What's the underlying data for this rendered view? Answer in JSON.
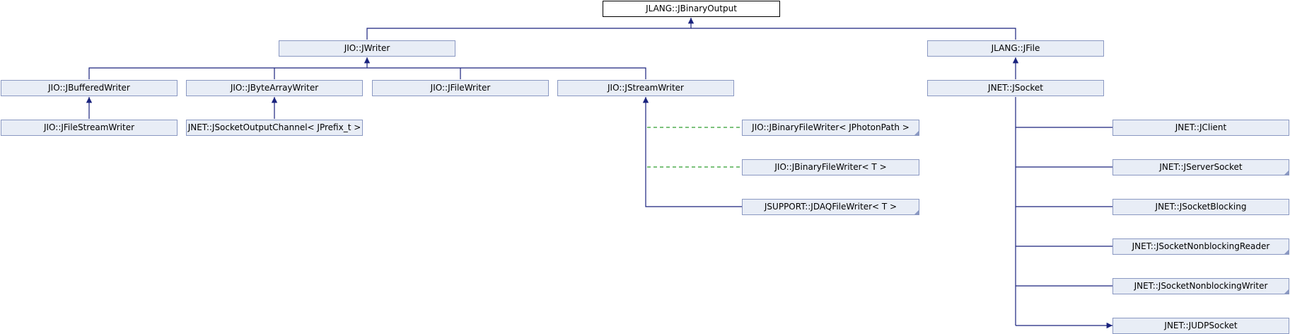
{
  "nodes": {
    "jbinaryoutput": "JLANG::JBinaryOutput",
    "jwriter": "JIO::JWriter",
    "jfile": "JLANG::JFile",
    "jbufferedwriter": "JIO::JBufferedWriter",
    "jbytearraywriter": "JIO::JByteArrayWriter",
    "jfilewriter": "JIO::JFileWriter",
    "jstreamwriter": "JIO::JStreamWriter",
    "jsocket": "JNET::JSocket",
    "jfilestreamwriter": "JIO::JFileStreamWriter",
    "jsocketoutputchannel": "JNET::JSocketOutputChannel< JPrefix_t >",
    "jbinaryfilewriter_photon": "JIO::JBinaryFileWriter< JPhotonPath >",
    "jbinaryfilewriter_t": "JIO::JBinaryFileWriter< T >",
    "jdaqfilewriter": "JSUPPORT::JDAQFileWriter< T >",
    "jclient": "JNET::JClient",
    "jserversocket": "JNET::JServerSocket",
    "jsocketblocking": "JNET::JSocketBlocking",
    "jsocketnonblockingreader": "JNET::JSocketNonblockingReader",
    "jsocketnonblockingwriter": "JNET::JSocketNonblockingWriter",
    "judpsocket": "JNET::JUDPSocket"
  },
  "colors": {
    "inheritance_edge": "#1a237e",
    "template_edge": "#2e9d2e",
    "node_fill": "#e8edf6",
    "node_border": "#8a98c2"
  }
}
